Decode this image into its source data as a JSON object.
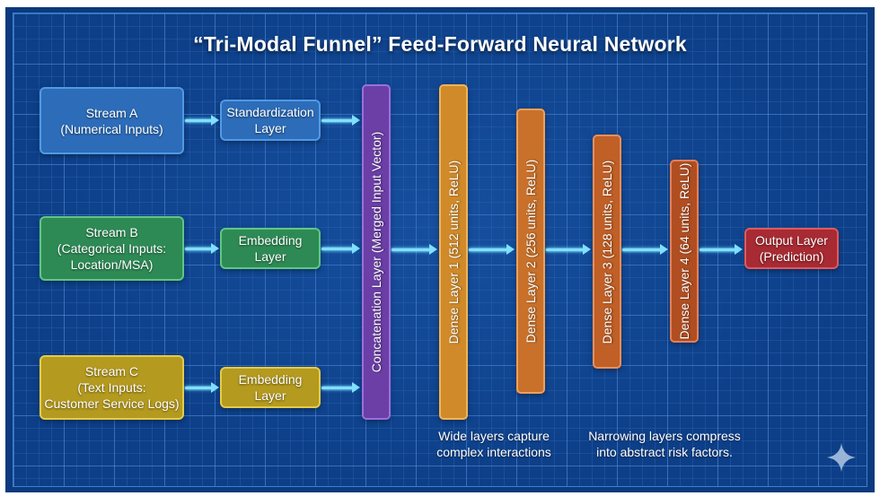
{
  "title": "“Tri-Modal Funnel” Feed-Forward Neural Network",
  "streams": [
    {
      "label": "Stream A\n(Numerical Inputs)",
      "color": "#2c6cb8"
    },
    {
      "label": "Stream B\n(Categorical Inputs:\nLocation/MSA)",
      "color": "#2e8a55"
    },
    {
      "label": "Stream C\n(Text Inputs:\nCustomer Service Logs)",
      "color": "#b49a1f"
    }
  ],
  "preprocessing": [
    {
      "label": "Standardization\nLayer"
    },
    {
      "label": "Embedding\nLayer"
    },
    {
      "label": "Embedding\nLayer"
    }
  ],
  "concatenation": {
    "label": "Concatenation Layer (Merged Input Vector)",
    "color": "#6b3fa6"
  },
  "dense_layers": [
    {
      "label": "Dense Layer 1 (512 units, ReLU)",
      "units": 512,
      "activation": "ReLU"
    },
    {
      "label": "Dense Layer 2 (256 units, ReLU)",
      "units": 256,
      "activation": "ReLU"
    },
    {
      "label": "Dense Layer 3 (128 units, ReLU)",
      "units": 128,
      "activation": "ReLU"
    },
    {
      "label": "Dense Layer 4 (64 units, ReLU)",
      "units": 64,
      "activation": "ReLU"
    }
  ],
  "output": {
    "label": "Output Layer\n(Prediction)",
    "color": "#a82a32"
  },
  "annotations": {
    "wide": "Wide layers capture\ncomplex interactions",
    "narrow": "Narrowing layers compress\ninto abstract risk factors."
  },
  "icons": {
    "corner": "sparkle-icon"
  },
  "colors": {
    "background": "#0d3f88",
    "arrow": "#7fe0ff"
  }
}
